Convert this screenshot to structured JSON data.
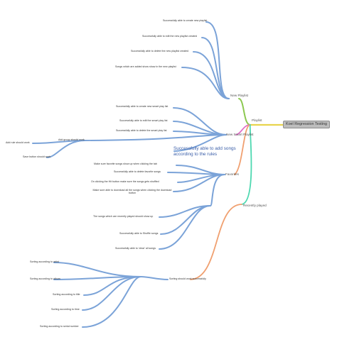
{
  "root": "Koel Regression Testing",
  "playlist": "Playlist",
  "new_playlist": {
    "title": "New Playlist",
    "items": [
      "Successfully able to create new playlist",
      "Successfully able to edit the new playlist created",
      "Successfully able to delete the new playlist created",
      "Songs which are added show show in the new playlist"
    ]
  },
  "smart_playlist": {
    "title": "New Smart Playlist",
    "items": [
      "Successfully able to create new smart play list",
      "Successfully able to edit the smart play list",
      "Successfully able to delete the smart play list"
    ],
    "add_rule": "Add group should work",
    "add_rule_children": [
      "Add rule should work",
      "Save button should work"
    ],
    "songs_rules": "Successfully able to add songs according to the rules"
  },
  "favorites": {
    "title": "Favorites",
    "items": [
      "Make sure favorite songs show up when clicking the tab",
      "Successfully able to delete favorite songs",
      "On clicking the Hit button make sure the songs gets shuffled",
      "Make sure able to download all the songs when clicking the download button"
    ]
  },
  "recently_played": {
    "title": "Recently played",
    "items": [
      "The songs which are recently played should show up",
      "Successfully able to Shuffle songs",
      "Successfully able to 'clear' all songs"
    ],
    "sorting": "Sorting should work successfully",
    "sorting_items": [
      "Sorting according to artist",
      "Sorting according to album",
      "Sorting according to title",
      "Sorting according to time",
      "Sorting according to serial number"
    ]
  },
  "colors": {
    "branch": "#7ba3d8",
    "playlist_link": "#e8d44d",
    "new_playlist_link": "#8cc850",
    "smart_link": "#e070c8",
    "favorites_link": "#f0a070",
    "recent_link": "#4dd8b0"
  }
}
